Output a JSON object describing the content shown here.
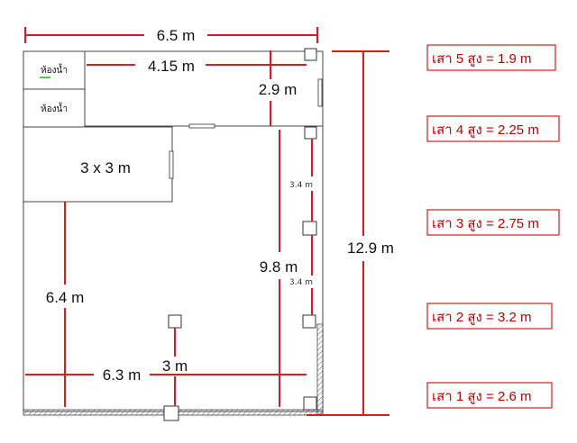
{
  "dimensions": {
    "width_total": "6.5 m",
    "bathroom_run": "4.15 m",
    "upper_depth": "2.9 m",
    "room_3x3": "3 x 3 m",
    "height_total": "12.9 m",
    "right_span": "9.8 m",
    "left_span": "6.4 m",
    "bottom_width": "6.3 m",
    "bottom_small": "3 m",
    "pillar_gap_upper": "3.4 m",
    "pillar_gap_lower": "3.4 m"
  },
  "rooms": {
    "bathroom_1": "ห้องน้ำ",
    "bathroom_2": "ห้องน้ำ"
  },
  "pillars": [
    "เสา 5 สูง = 1.9 m",
    "เสา 4 สูง = 2.25 m",
    "เสา 3 สูง = 2.75 m",
    "เสา 2 สูง = 3.2 m",
    "เสา 1 สูง = 2.6 m"
  ],
  "colors": {
    "annotation_red": "#e01a1a",
    "wall": "#444444",
    "bathroom_underline": "#22aa22"
  }
}
